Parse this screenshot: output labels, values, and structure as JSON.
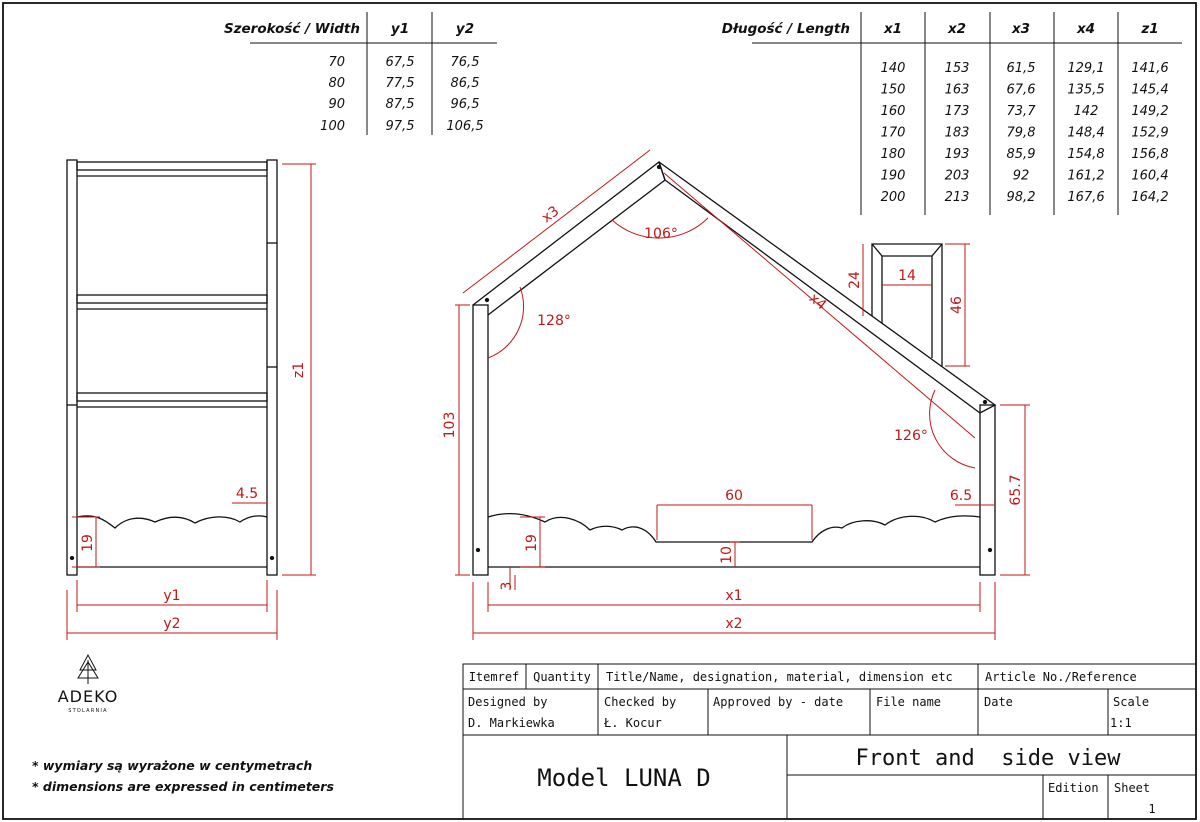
{
  "width_table": {
    "headers": [
      "Szerokość / Width",
      "y1",
      "y2"
    ],
    "rows": [
      [
        "70",
        "67,5",
        "76,5"
      ],
      [
        "80",
        "77,5",
        "86,5"
      ],
      [
        "90",
        "87,5",
        "96,5"
      ],
      [
        "100",
        "97,5",
        "106,5"
      ]
    ]
  },
  "length_table": {
    "headers": [
      "Długość / Length",
      "x1",
      "x2",
      "x3",
      "x4",
      "z1"
    ],
    "rows": [
      [
        "140",
        "153",
        "61,5",
        "129,1",
        "141,6"
      ],
      [
        "150",
        "163",
        "67,6",
        "135,5",
        "145,4"
      ],
      [
        "160",
        "173",
        "73,7",
        "142",
        "149,2"
      ],
      [
        "170",
        "183",
        "79,8",
        "148,4",
        "152,9"
      ],
      [
        "180",
        "193",
        "85,9",
        "154,8",
        "156,8"
      ],
      [
        "190",
        "203",
        "92",
        "161,2",
        "160,4"
      ],
      [
        "200",
        "213",
        "98,2",
        "167,6",
        "164,2"
      ]
    ]
  },
  "side_view": {
    "z1": "z1",
    "y1": "y1",
    "y2": "y2",
    "dim_45": "4.5",
    "dim_19": "19"
  },
  "front_view": {
    "x1": "x1",
    "x2": "x2",
    "x3": "x3",
    "x4": "x4",
    "angle_top": "106°",
    "angle_left": "128°",
    "angle_right": "126°",
    "dim_103": "103",
    "dim_60": "60",
    "dim_65": "6.5",
    "dim_657": "65.7",
    "dim_19": "19",
    "dim_10": "10",
    "dim_3": "3",
    "dim_24": "24",
    "dim_14": "14",
    "dim_46": "46"
  },
  "logo": {
    "name": "ADEKO",
    "sub": "STOLARNIA"
  },
  "notes": [
    "* wymiary są wyrażone w centymetrach",
    "* dimensions are expressed in centimeters"
  ],
  "title_block": {
    "itemref": "Itemref",
    "quantity": "Quantity",
    "title_hint": "Title/Name, designation, material, dimension etc",
    "article": "Article No./Reference",
    "designed_by_label": "Designed by",
    "designed_by_value": "D. Markiewka",
    "checked_by_label": "Checked by",
    "checked_by_value": "Ł. Kocur",
    "approved_label": "Approved by - date",
    "file_name_label": "File name",
    "date_label": "Date",
    "scale_label": "Scale",
    "scale_value": "1:1",
    "model": "Model LUNA D",
    "view": "Front and  side view",
    "edition_label": "Edition",
    "sheet_label": "Sheet",
    "sheet_value": "1"
  },
  "colors": {
    "dimension": "#c01818",
    "line": "#111111"
  }
}
